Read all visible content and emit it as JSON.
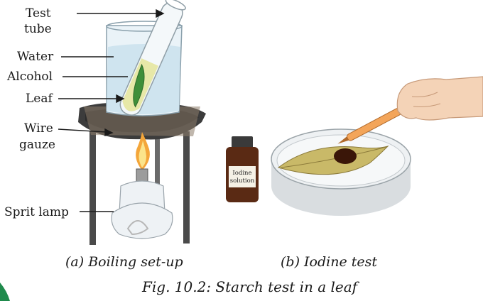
{
  "labels": {
    "test_tube_line1": "Test",
    "test_tube_line2": "tube",
    "water": "Water",
    "alcohol": "Alcohol",
    "leaf": "Leaf",
    "wire_gauze_line1": "Wire",
    "wire_gauze_line2": "gauze",
    "sprit_lamp": "Sprit lamp"
  },
  "bottle": {
    "line1": "Iodine",
    "line2": "solution"
  },
  "captions": {
    "part_a": "(a) Boiling set-up",
    "part_b": "(b) Iodine test",
    "figure": "Fig. 10.2: Starch test in a leaf"
  },
  "colors": {
    "water": "#cfe4ef",
    "leaf_green": "#3f8f3a",
    "alcohol_yellow": "#e7e8a8",
    "flame": "#f0a030",
    "dish": "#d9dde0",
    "dried_leaf": "#c9b968",
    "iodine_stain": "#3a1608",
    "bottle_glass": "#5a2a14",
    "skin": "#f4d3b7"
  }
}
